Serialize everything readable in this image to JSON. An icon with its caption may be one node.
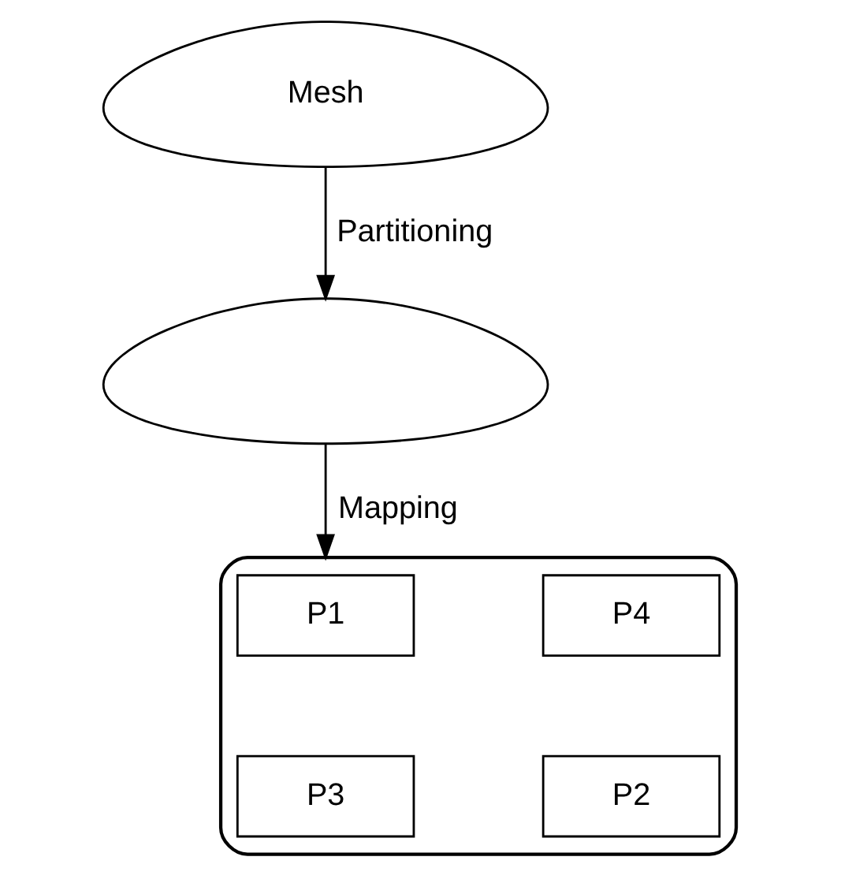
{
  "diagram": {
    "nodes": [
      {
        "text": [
          "Mesh"
        ]
      },
      {
        "text": [],
        "shape": "cloud"
      },
      {
        "text": [],
        "shape": "cloud"
      },
      {
        "text": [
          "P1"
        ],
        "in": 2
      },
      {
        "text": [
          "P4"
        ],
        "in": 2
      },
      {
        "text": [
          "P3"
        ],
        "in": 2
      },
      {
        "text": [
          "P2"
        ],
        "in": 2
      }
    ],
    "edges": [
      {
        "from": 0,
        "to": 1,
        "arrow": "to",
        "label": "Partitioning"
      },
      {
        "from": 1,
        "to": 2,
        "arrow": "to",
        "label": "Mapping"
      }
    ]
  }
}
